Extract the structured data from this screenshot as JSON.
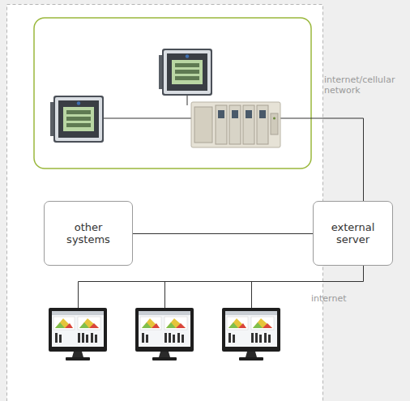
{
  "diagram": {
    "nodes": [
      {
        "text": [
          "other systems"
        ]
      },
      {
        "text": [
          "external server"
        ]
      }
    ],
    "edges": [
      {
        "from": 0,
        "to": 1,
        "arrow": "none"
      }
    ],
    "labels": [
      "internet/cellular network",
      "internet"
    ]
  }
}
